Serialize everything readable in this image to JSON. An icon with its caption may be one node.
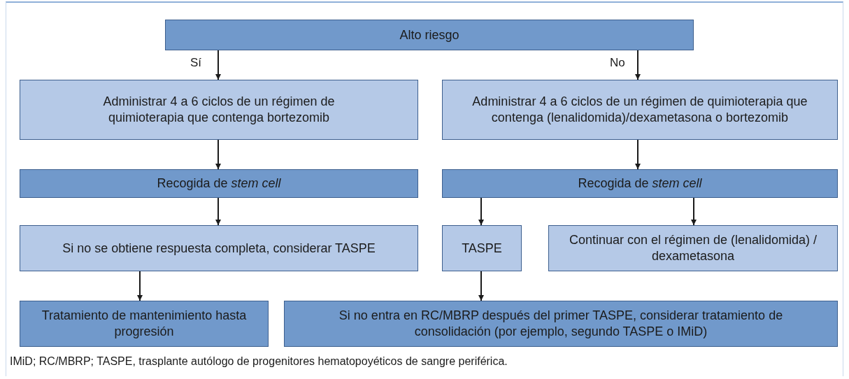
{
  "diagram": {
    "caption": "IMiD; RC/MBRP; TASPE, trasplante autólogo de progenitores hematopoyéticos de sangre periférica.",
    "nodes": [
      {
        "text": [
          "Alto riesgo"
        ]
      },
      {
        "text": [
          "Administrar 4 a 6 ciclos de un régimen de quimioterapia que contenga bortezomib"
        ]
      },
      {
        "text": [
          "Administrar 4 a 6 ciclos de un régimen de quimioterapia que contenga (lenalidomida)/dexametasona o bortezomib"
        ]
      },
      {
        "text": [
          "Recogida de *stem cell*"
        ]
      },
      {
        "text": [
          "Recogida de *stem cell*"
        ]
      },
      {
        "text": [
          "Si no se obtiene respuesta completa, considerar TASPE"
        ]
      },
      {
        "text": [
          "TASPE"
        ]
      },
      {
        "text": [
          "Continuar con el régimen de (lenalidomida) / dexametasona"
        ]
      },
      {
        "text": [
          "Tratamiento de mantenimiento hasta progresión"
        ]
      },
      {
        "text": [
          "Si no entra en RC/MBRP después del primer TASPE, considerar tratamiento de consolidación (por ejemplo, segundo TASPE o IMiD)"
        ]
      }
    ],
    "edges": [
      {
        "from": 0,
        "to": 1,
        "arrow": "to",
        "label": "Sí"
      },
      {
        "from": 0,
        "to": 2,
        "arrow": "to",
        "label": "No"
      },
      {
        "from": 1,
        "to": 3,
        "arrow": "to"
      },
      {
        "from": 2,
        "to": 4,
        "arrow": "to"
      },
      {
        "from": 3,
        "to": 5,
        "arrow": "to"
      },
      {
        "from": 4,
        "to": 6,
        "arrow": "to"
      },
      {
        "from": 4,
        "to": 7,
        "arrow": "to"
      },
      {
        "from": 5,
        "to": 8,
        "arrow": "to"
      },
      {
        "from": 6,
        "to": 9,
        "arrow": "to"
      }
    ]
  }
}
